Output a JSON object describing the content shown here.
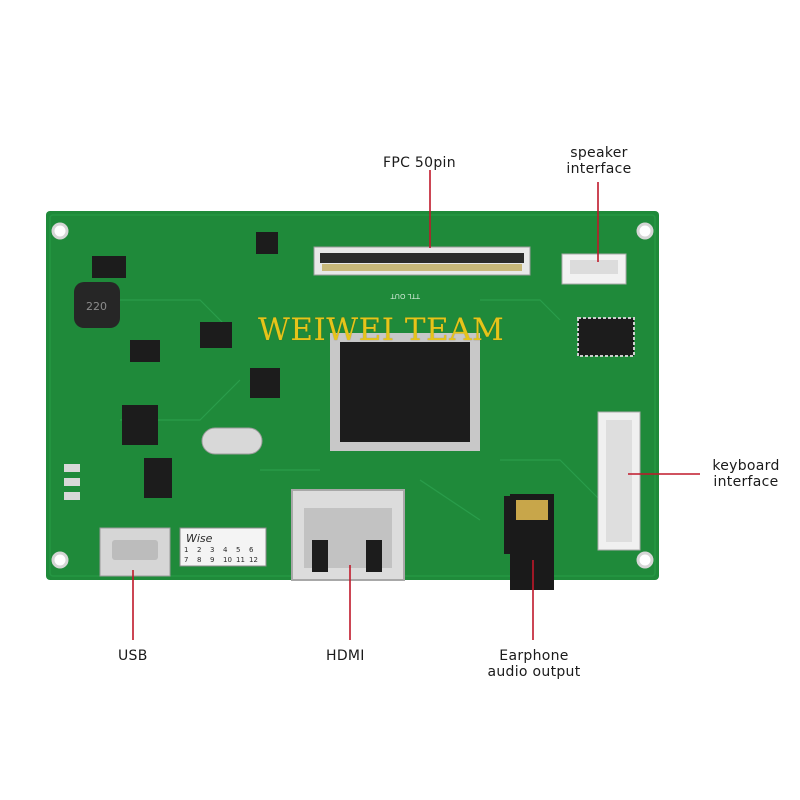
{
  "labels": {
    "fpc": "FPC 50pin",
    "speaker_line1": "speaker",
    "speaker_line2": "interface",
    "keyboard_line1": "keyboard",
    "keyboard_line2": "interface",
    "usb": "USB",
    "hdmi": "HDMI",
    "earphone_line1": "Earphone",
    "earphone_line2": "audio output"
  },
  "watermark": "WEIWEI TEAM",
  "board_texts": {
    "ttl_out": "TTL OUT",
    "brand": "Wise",
    "inductor": "220",
    "grid_row1": [
      "1",
      "2",
      "3",
      "4",
      "5",
      "6"
    ],
    "grid_row2": [
      "7",
      "8",
      "9",
      "10",
      "11",
      "12"
    ]
  },
  "colors": {
    "pcb_green": "#1f8a3a",
    "pcb_dark": "#14692a",
    "pointer_red": "#c0182a",
    "watermark": "#e6c41a"
  }
}
